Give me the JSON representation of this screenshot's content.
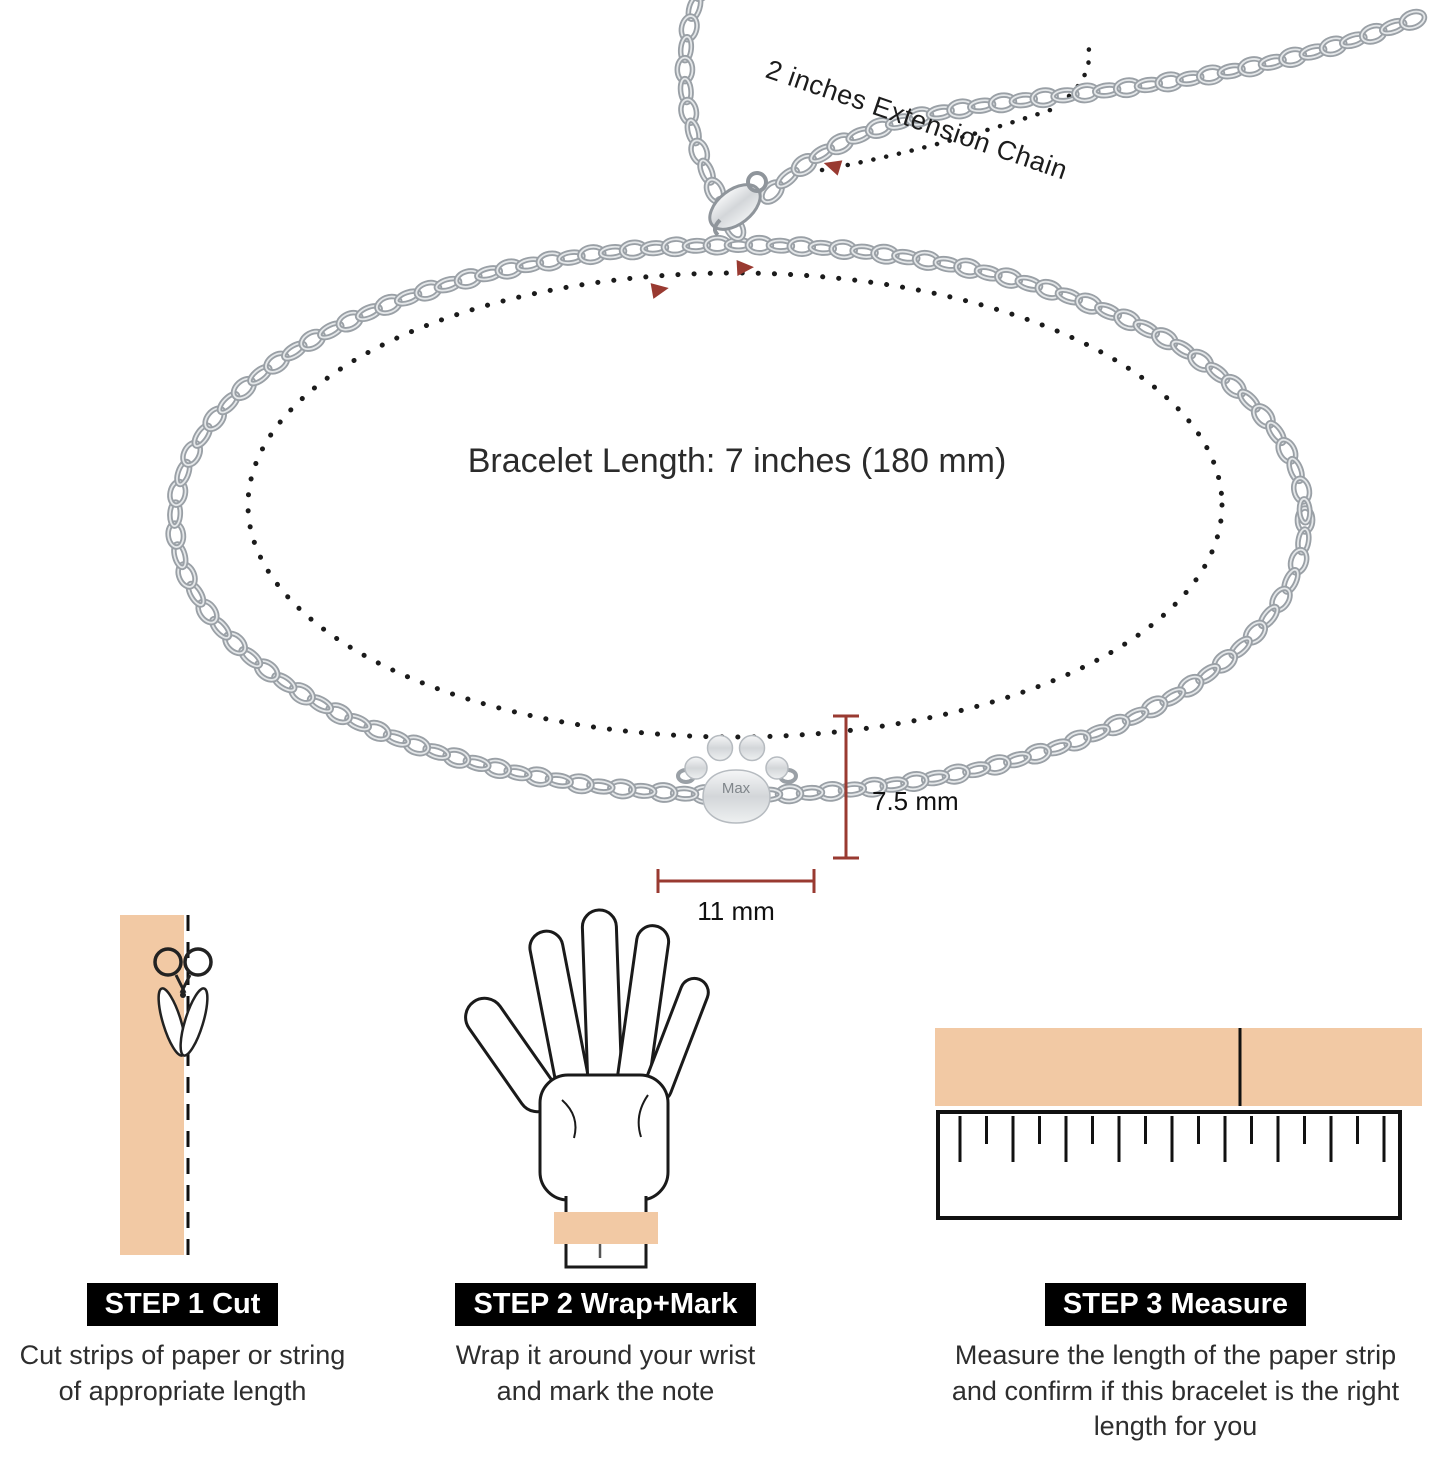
{
  "colors": {
    "chain_silver": "#9aa0a6",
    "chain_highlight": "#e4e7e9",
    "paper_strip": "#f2c9a4",
    "dimension_red": "#993a31",
    "step_label_bg": "#000000",
    "step_label_text": "#ffffff",
    "body_text": "#2b2b2b"
  },
  "bracelet": {
    "extension_chain_label": "2 inches Extension Chain",
    "length_label": "Bracelet Length: 7 inches (180 mm)",
    "charm_engraving": "Max",
    "charm_height_label": "7.5 mm",
    "charm_width_label": "11 mm"
  },
  "steps": [
    {
      "label": "STEP 1 Cut",
      "caption": "Cut strips of paper or string\nof appropriate length"
    },
    {
      "label": "STEP 2 Wrap+Mark",
      "caption": "Wrap it around your wrist\nand mark the note"
    },
    {
      "label": "STEP 3 Measure",
      "caption": "Measure the length of the paper strip\nand confirm if this bracelet is the right\nlength for you"
    }
  ]
}
